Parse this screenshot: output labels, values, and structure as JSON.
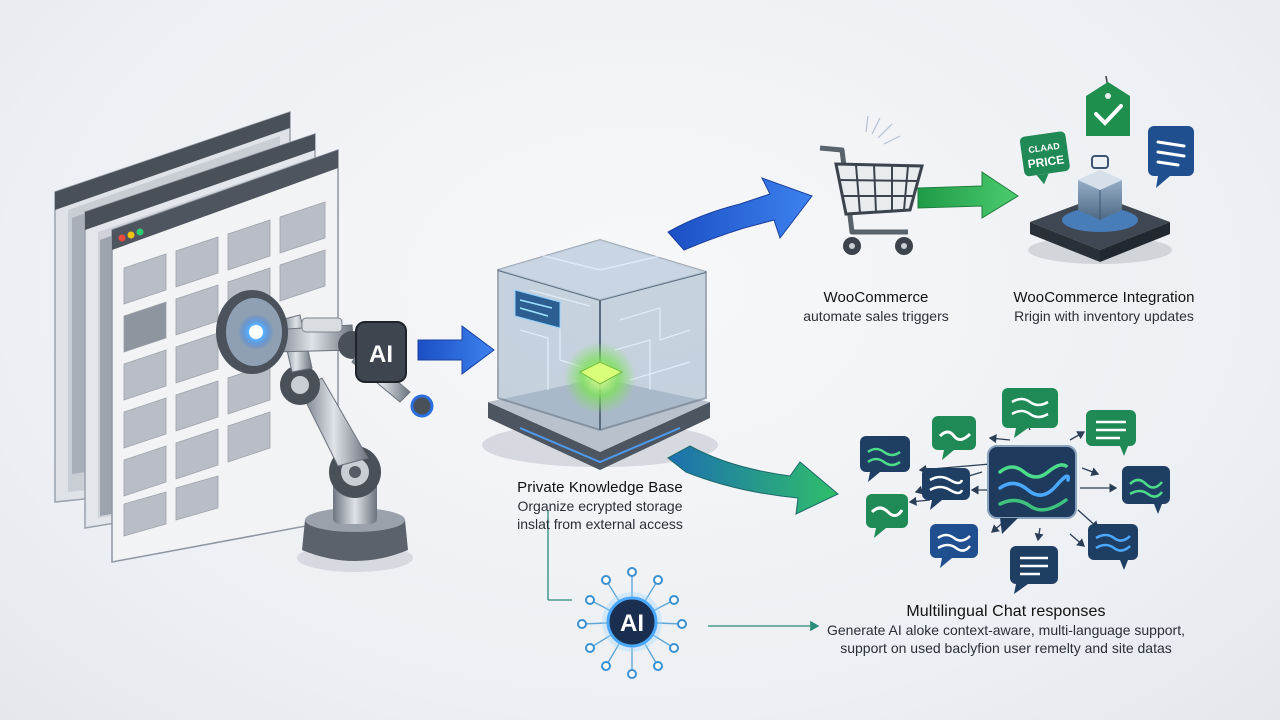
{
  "nodes": {
    "ai_badge_robot": "AI",
    "ai_hub": "AI",
    "knowledge_base": {
      "title": "Private Knowledge Base",
      "line1": "Organize ecrypted storage",
      "line2": "inslat from external access"
    },
    "woocommerce": {
      "title": "WooCommerce",
      "line1": "automate sales triggers"
    },
    "woocommerce_integration": {
      "title": "WooCommerce Integration",
      "line1": "Rrigin with inventory updates"
    },
    "multilingual": {
      "title": "Multilingual Chat responses",
      "line1": "Generate AI aloke context-aware, multi-language support,",
      "line2": "support on used baclyfion user remelty and site datas"
    },
    "price_tag": {
      "line1": "CLAAD",
      "line2": "PRICE"
    }
  },
  "colors": {
    "blue_arrow": "#2a63d8",
    "green_arrow": "#2fb25a",
    "teal_arrow": "#1f8fa0",
    "navy": "#1c3257",
    "chat_navy": "#1f3e63",
    "chat_green": "#1f8a55"
  }
}
